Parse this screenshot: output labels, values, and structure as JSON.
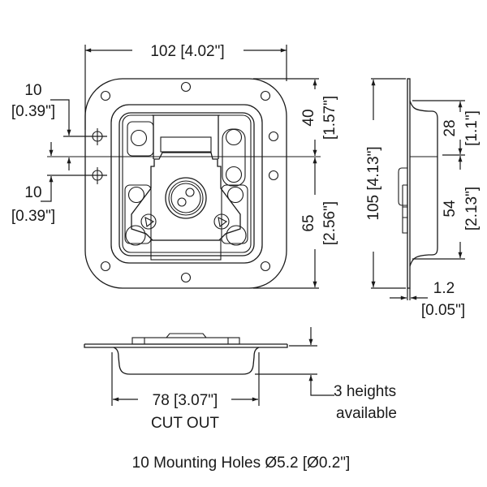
{
  "diagram": {
    "title": "Butterfly latch technical drawing",
    "front_view": {
      "width_label": "102 [4.02\"]",
      "hole_offset_top": {
        "mm": "10",
        "in": "[0.39\"]"
      },
      "hole_offset_bottom": {
        "mm": "10",
        "in": "[0.39\"]"
      },
      "upper_height": {
        "mm": "40",
        "in": "[1.57\"]"
      },
      "lower_height": {
        "mm": "65",
        "in": "[2.56\"]"
      }
    },
    "side_view": {
      "total_height": "105 [4.13\"]",
      "upper_dish": {
        "mm": "28",
        "in": "[1.1\"]"
      },
      "lower_dish": {
        "mm": "54",
        "in": "[2.13\"]"
      },
      "thickness": {
        "mm": "1.2",
        "in": "[0.05\"]"
      }
    },
    "bottom_view": {
      "cutout_width": "78 [3.07\"]",
      "cutout_label": "CUT OUT",
      "heights_note_line1": "3 heights",
      "heights_note_line2": "available"
    },
    "footer_note": "10 Mounting Holes Ø5.2 [Ø0.2\"]"
  }
}
